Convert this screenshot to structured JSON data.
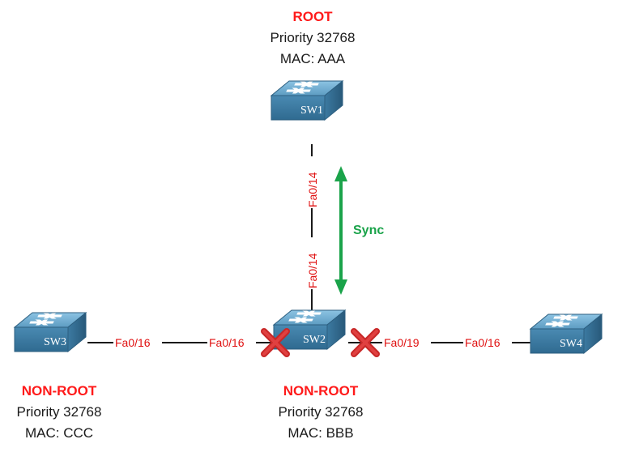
{
  "switches": {
    "sw1": {
      "name": "SW1",
      "role": "ROOT",
      "priority": "Priority 32768",
      "mac": "MAC: AAA"
    },
    "sw2": {
      "name": "SW2",
      "role": "NON-ROOT",
      "priority": "Priority 32768",
      "mac": "MAC: BBB"
    },
    "sw3": {
      "name": "SW3",
      "role": "NON-ROOT",
      "priority": "Priority 32768",
      "mac": "MAC: CCC"
    },
    "sw4": {
      "name": "SW4"
    }
  },
  "links": {
    "sw1_sw2": {
      "port_a": "Fa0/14",
      "port_b": "Fa0/14"
    },
    "sw3_sw2": {
      "port_a": "Fa0/16",
      "port_b": "Fa0/16"
    },
    "sw2_sw4": {
      "port_a": "Fa0/19",
      "port_b": "Fa0/16"
    }
  },
  "sync_label": "Sync",
  "colors": {
    "role_text": "#ff1a1a",
    "port_text": "#e01010",
    "sync_arrow": "#1aa34a",
    "blocked_x": "#d42a2a",
    "switch_top": "#5f9fc4",
    "switch_front": "#3f7fa6",
    "link": "#1a1a1a"
  },
  "icons": {
    "switch": "switch-icon",
    "blocked": "blocked-x-icon",
    "sync": "double-arrow-icon"
  }
}
